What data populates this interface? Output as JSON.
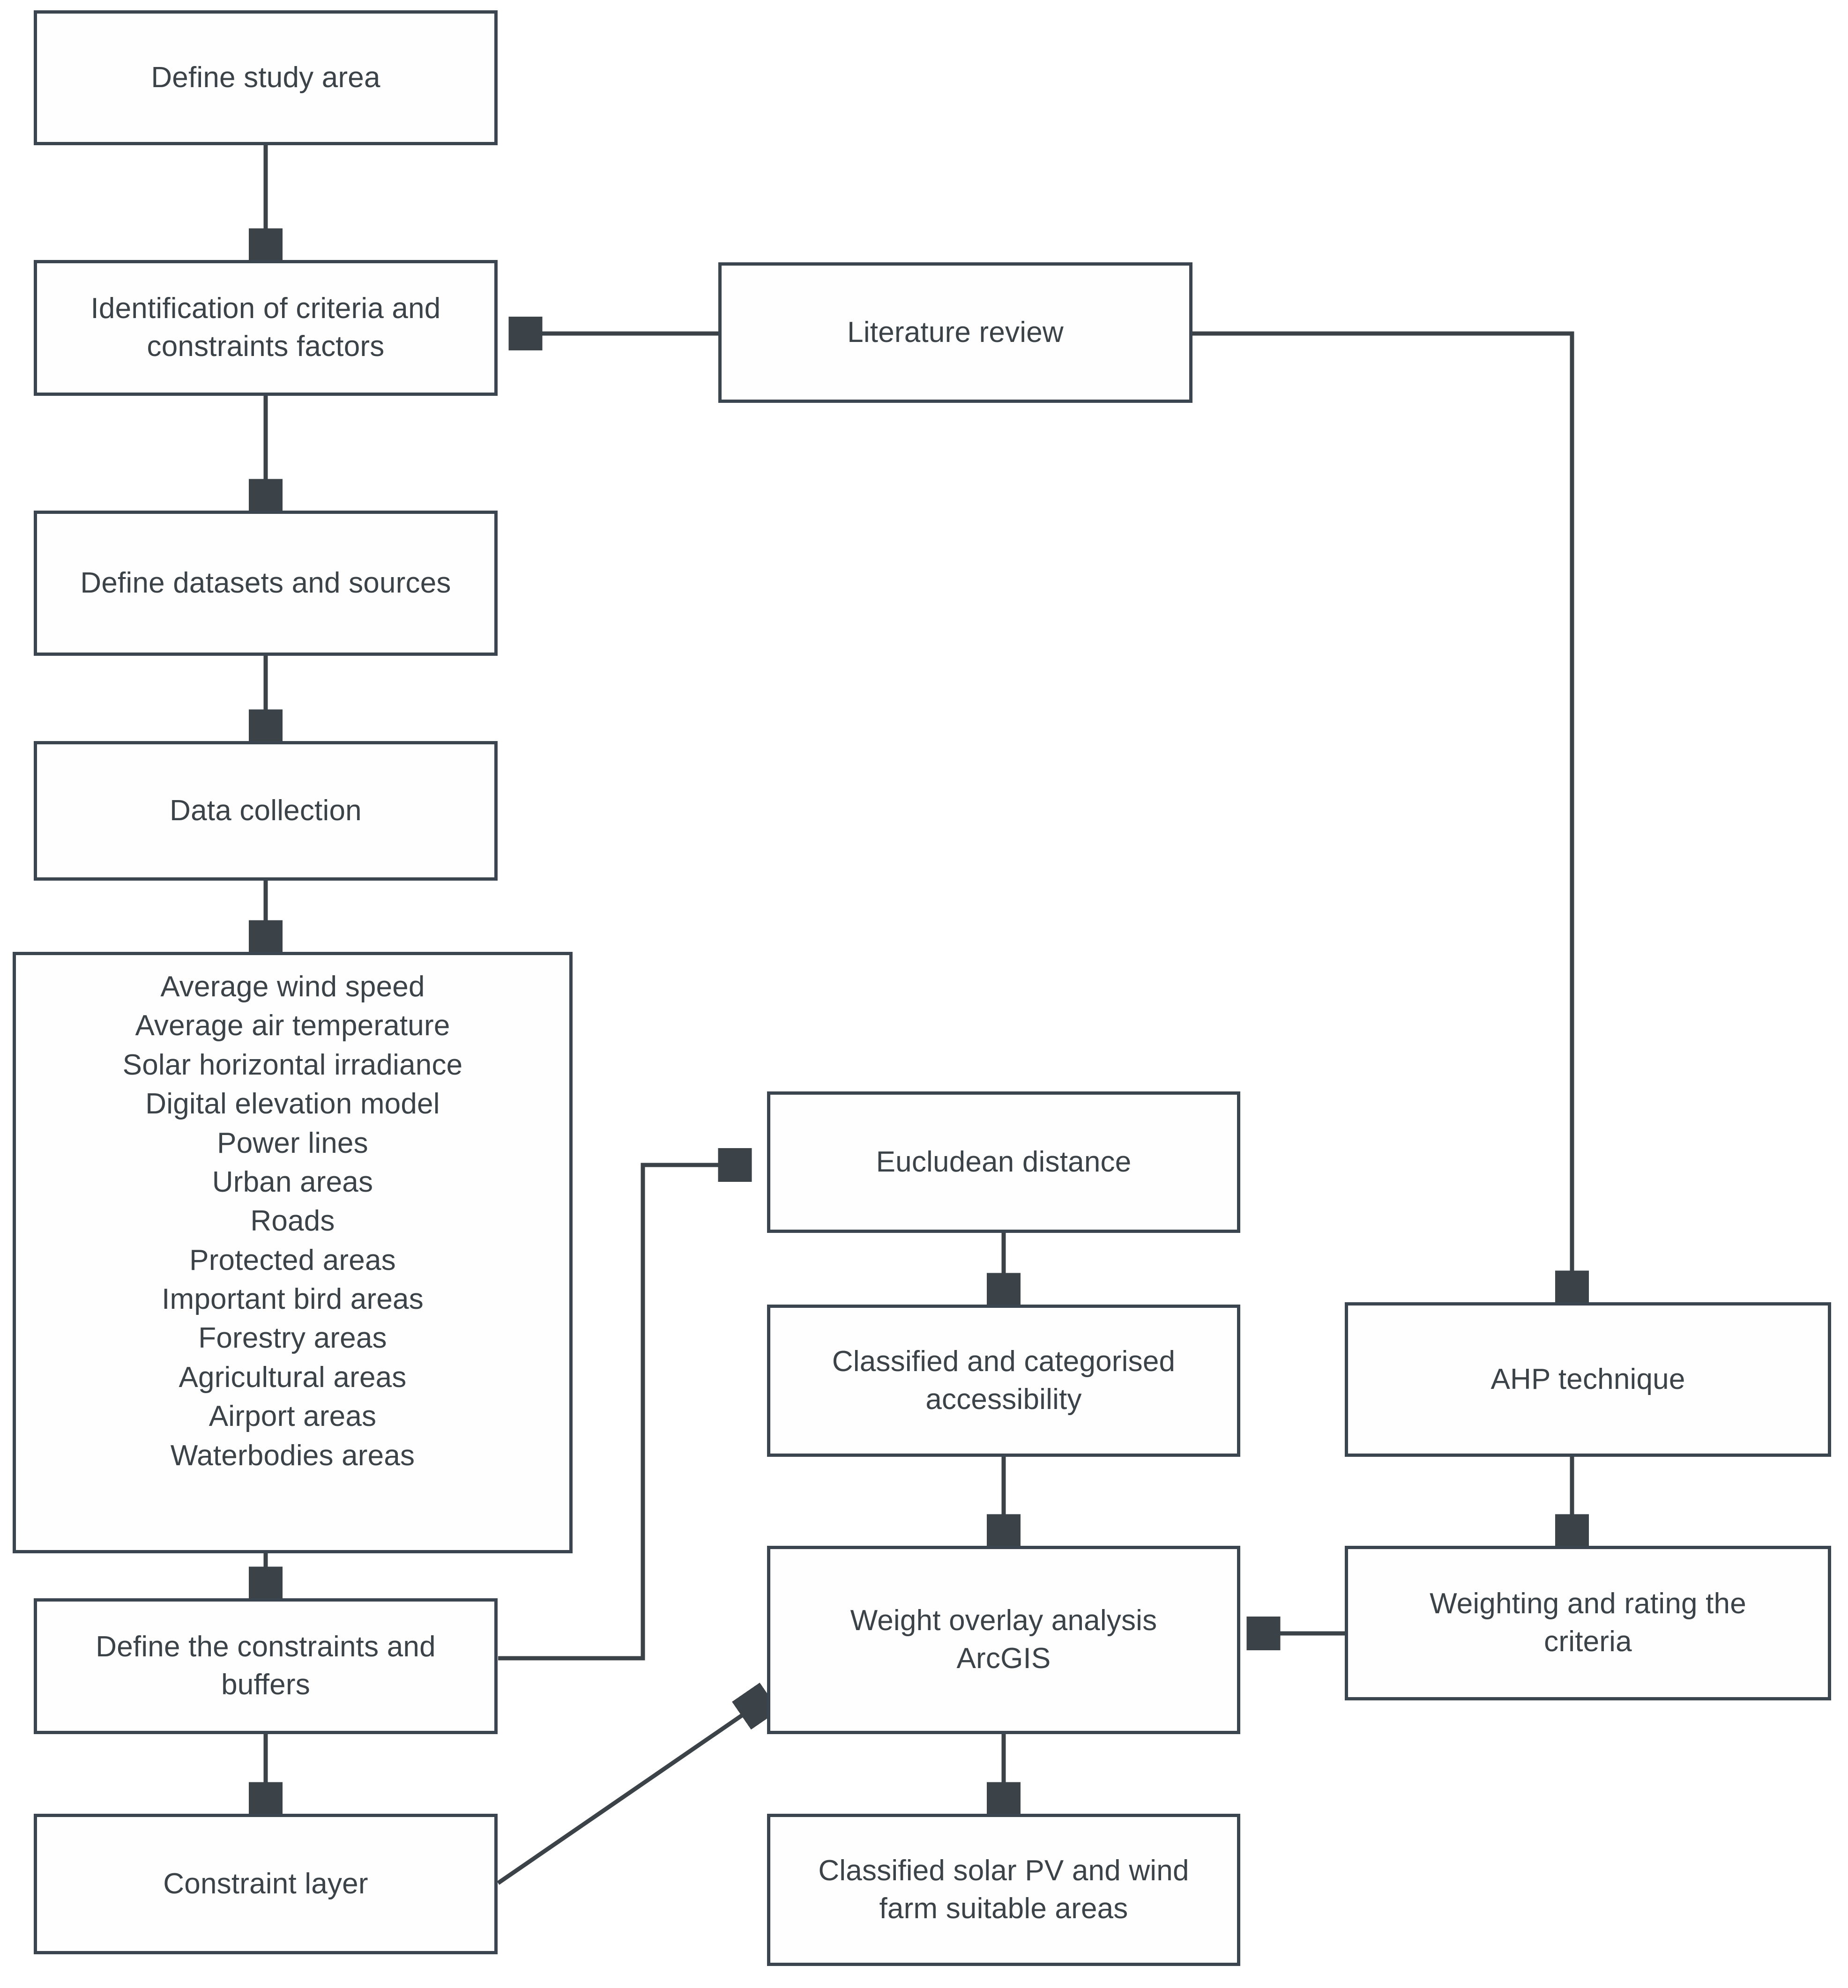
{
  "diagram": {
    "title": "Solar PV and wind farm site suitability methodology flowchart",
    "stroke_color": "#3b454f",
    "text_color": "#3c4348",
    "background": "#ffffff",
    "nodes": {
      "define_study_area": "Define study area",
      "identification_criteria": "Identification of criteria and\nconstraints factors",
      "literature_review": "Literature review",
      "define_datasets": "Define datasets and sources",
      "data_collection": "Data collection",
      "data_layers_list": "Average wind speed\nAverage  air temperature\nSolar horizontal irradiance\nDigital elevation model\nPower lines\nUrban areas\nRoads\nProtected areas\nImportant bird areas\nForestry areas\nAgricultural areas\nAirport areas\nWaterbodies areas",
      "define_constraints": "Define the constraints and\nbuffers",
      "constraint_layer": "Constraint layer",
      "eucludean_distance": "Eucludean distance",
      "classified_accessibility": "Classified and categorised\naccessibility",
      "weight_overlay": "Weight overlay analysis\nArcGIS",
      "classified_suitable_areas": "Classified solar PV  and wind\nfarm suitable areas",
      "ahp_technique": "AHP  technique",
      "weighting_rating": "Weighting and  rating  the\ncriteria"
    },
    "data_layers": [
      "Average wind speed",
      "Average  air temperature",
      "Solar horizontal irradiance",
      "Digital elevation model",
      "Power lines",
      "Urban areas",
      "Roads",
      "Protected areas",
      "Important bird areas",
      "Forestry areas",
      "Agricultural areas",
      "Airport areas",
      "Waterbodies areas"
    ],
    "edges": [
      {
        "from": "define_study_area",
        "to": "identification_criteria",
        "type": "straight-down"
      },
      {
        "from": "literature_review",
        "to": "identification_criteria",
        "type": "straight-left"
      },
      {
        "from": "identification_criteria",
        "to": "define_datasets",
        "type": "straight-down"
      },
      {
        "from": "define_datasets",
        "to": "data_collection",
        "type": "straight-down"
      },
      {
        "from": "data_collection",
        "to": "data_layers_list",
        "type": "straight-down"
      },
      {
        "from": "data_layers_list",
        "to": "define_constraints",
        "type": "straight-down"
      },
      {
        "from": "define_constraints",
        "to": "constraint_layer",
        "type": "straight-down"
      },
      {
        "from": "define_constraints",
        "to": "eucludean_distance",
        "type": "elbow-right-up"
      },
      {
        "from": "eucludean_distance",
        "to": "classified_accessibility",
        "type": "straight-down"
      },
      {
        "from": "classified_accessibility",
        "to": "weight_overlay",
        "type": "straight-down"
      },
      {
        "from": "constraint_layer",
        "to": "weight_overlay",
        "type": "diagonal-up-right"
      },
      {
        "from": "weight_overlay",
        "to": "classified_suitable_areas",
        "type": "straight-down"
      },
      {
        "from": "literature_review",
        "to": "ahp_technique",
        "type": "elbow-right-down"
      },
      {
        "from": "ahp_technique",
        "to": "weighting_rating",
        "type": "straight-down"
      },
      {
        "from": "weighting_rating",
        "to": "weight_overlay",
        "type": "straight-left"
      }
    ]
  }
}
